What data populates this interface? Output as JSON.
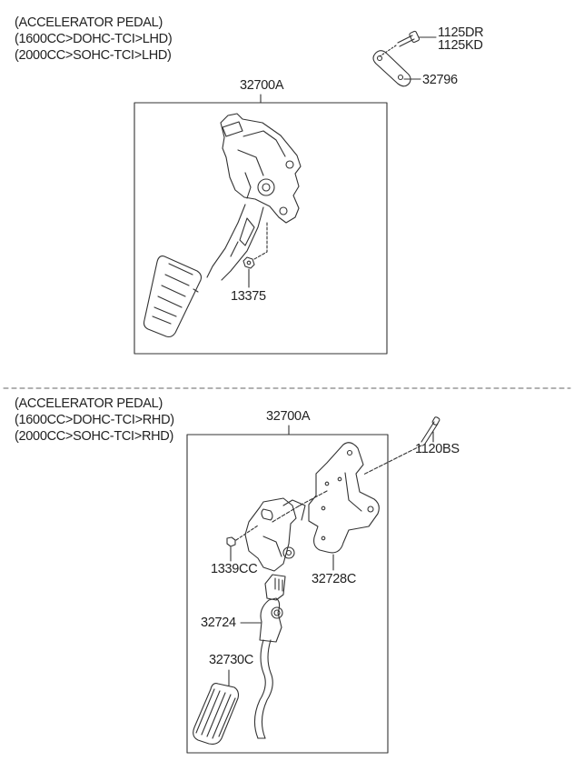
{
  "sections": [
    {
      "id": "lhd",
      "title_lines": [
        "(ACCELERATOR PEDAL)",
        "(1600CC>DOHC-TCI>LHD)",
        "(2000CC>SOHC-TCI>LHD)"
      ],
      "assembly_label": "32700A",
      "parts": [
        {
          "code": "1125DR"
        },
        {
          "code": "1125KD"
        },
        {
          "code": "32796"
        },
        {
          "code": "13375"
        }
      ]
    },
    {
      "id": "rhd",
      "title_lines": [
        "(ACCELERATOR PEDAL)",
        "(1600CC>DOHC-TCI>RHD)",
        "(2000CC>SOHC-TCI>RHD)"
      ],
      "assembly_label": "32700A",
      "parts": [
        {
          "code": "1120BS"
        },
        {
          "code": "1339CC"
        },
        {
          "code": "32728C"
        },
        {
          "code": "32724"
        },
        {
          "code": "32730C"
        }
      ]
    }
  ],
  "colors": {
    "line": "#333333",
    "text": "#222222",
    "divider": "#666666"
  }
}
